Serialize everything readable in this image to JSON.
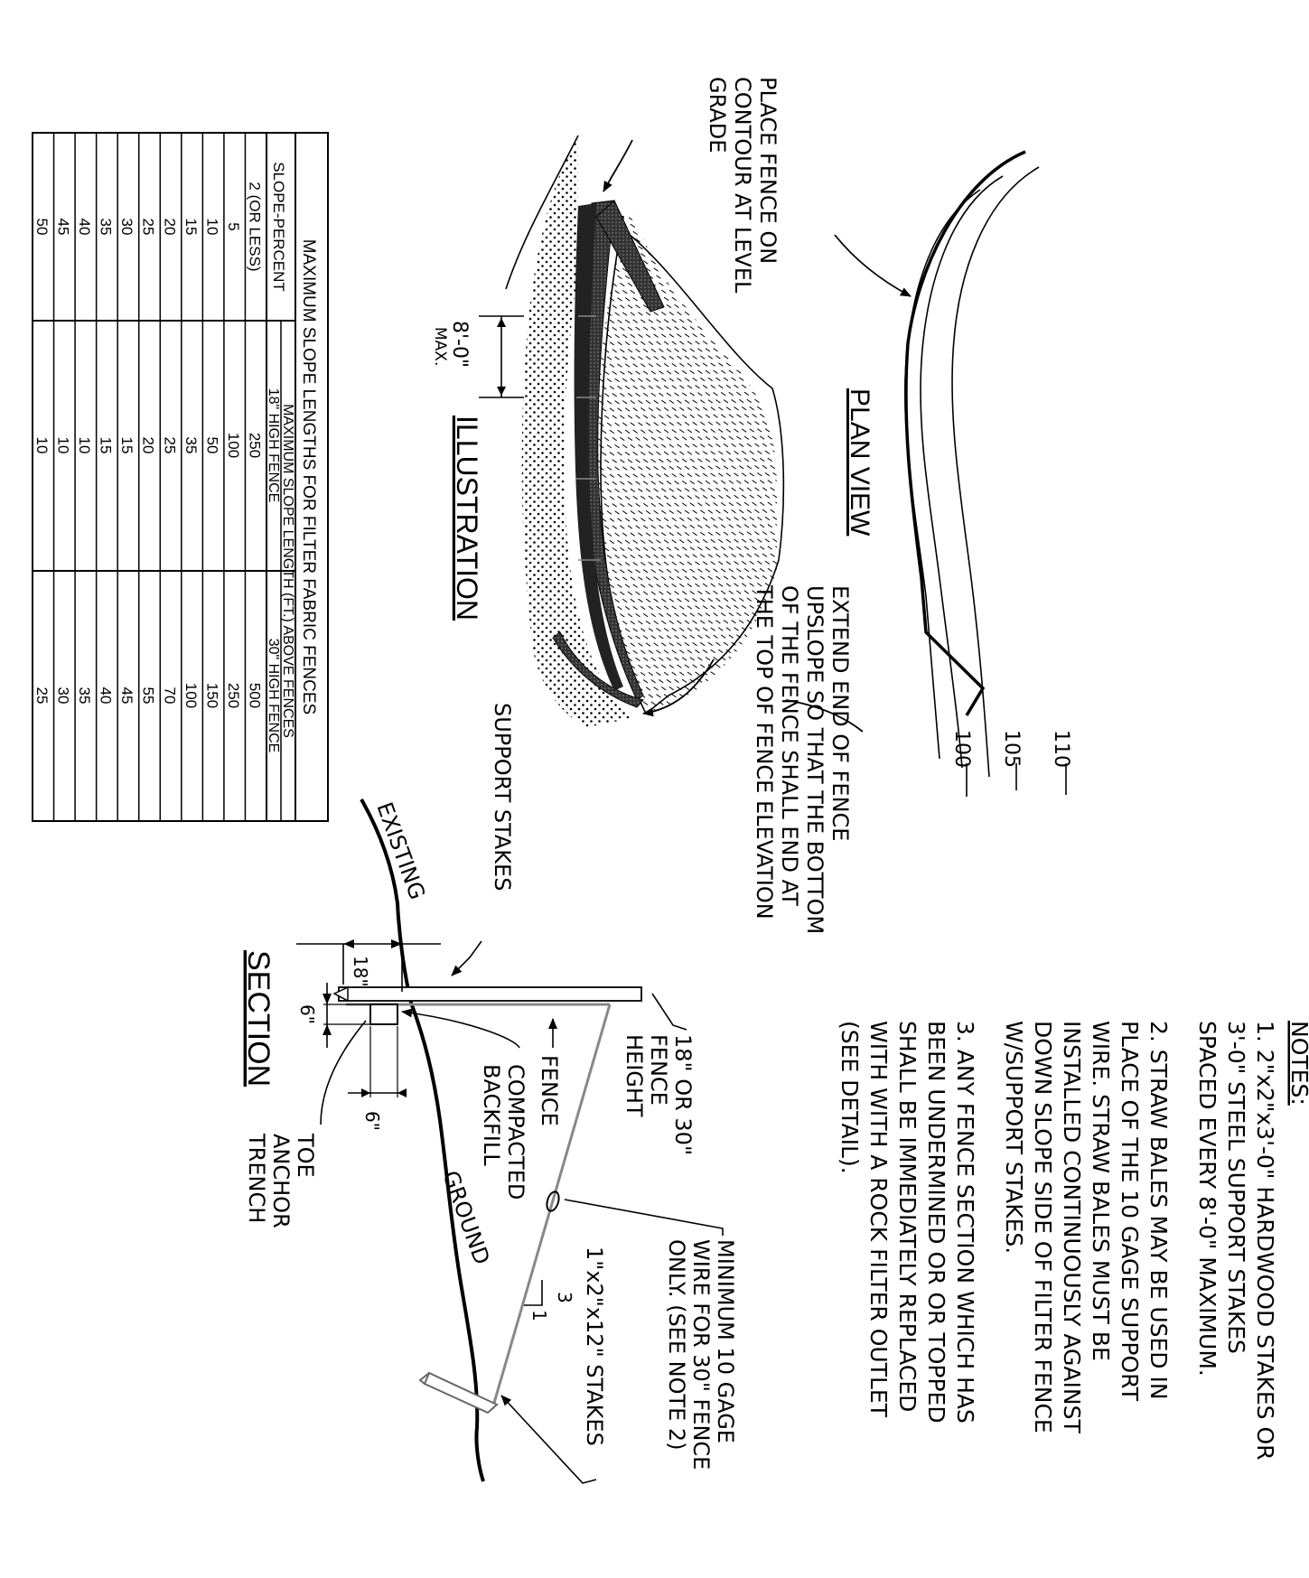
{
  "notes": {
    "heading": "NOTES:",
    "note1": [
      "1. 2\"x2\"x3'-0\" HARDWOOD STAKES OR",
      "3'-0\" STEEL  SUPPORT STAKES",
      "SPACED EVERY 8'-0\" MAXIMUM."
    ],
    "note2": [
      "2. STRAW BALES MAY BE USED IN",
      "PLACE OF THE 10  GAGE SUPPORT",
      "WIRE. STRAW BALES MUST BE",
      "INSTALLED CONTINUOUSLY AGAINST",
      "DOWN SLOPE SIDE  OF FILTER FENCE",
      "W/SUPPORT STAKES."
    ],
    "note3": [
      "3. ANY FENCE SECTION WHICH HAS",
      "BEEN UNDERMINED OR OR TOPPED",
      "SHALL BE IMMEDIATELY REPLACED",
      "WITH WITH A ROCK FILTER OUTLET",
      "(SEE DETAIL)."
    ]
  },
  "plan_view": {
    "title": "PLAN VIEW",
    "contours": [
      "110",
      "105",
      "100"
    ],
    "callout_place": [
      "PLACE FENCE ON",
      "CONTOUR AT LEVEL",
      "GRADE"
    ],
    "callout_extend": [
      "EXTEND END OF FENCE",
      "UPSLOPE SO THAT THE BOTTOM",
      "OF THE FENCE SHALL END AT",
      "THE TOP  OF FENCE ELEVATION"
    ]
  },
  "illustration": {
    "title": "ILLUSTRATION",
    "spacing_value": "8'-0\"",
    "spacing_note": "MAX."
  },
  "section": {
    "title": "SECTION",
    "labels": {
      "support_stakes": "SUPPORT STAKES",
      "existing": "EXISTING",
      "ground": "GROUND",
      "fence_height": [
        "18\" OR  30\"",
        "FENCE",
        "HEIGHT"
      ],
      "fence": "FENCE",
      "backfill": [
        "COMPACTED",
        "BACKFILL"
      ],
      "toe": [
        "TOE",
        "ANCHOR",
        "TRENCH"
      ],
      "wire": [
        "MINIMUM 10 GAGE",
        "WIRE FOR 30\" FENCE",
        "ONLY. (SEE NOTE 2)"
      ],
      "stakes": "1\"x2\"x12\" STAKES",
      "slope_rise": "3",
      "slope_run": "1"
    },
    "dimensions": {
      "d18": "18\"",
      "d6a": "6\"",
      "d6b": "6\""
    }
  },
  "table": {
    "title": "MAXIMUM SLOPE LENGTHS FOR FILTER FABRIC FENCES",
    "header_group": "MAXIMUM SLOPE LENGTH (FT.) ABOVE FENCES",
    "columns": [
      "SLOPE-PERCENT",
      "18\" HIGH FENCE",
      "30\" HIGH FENCE"
    ],
    "rows": [
      [
        "2 (OR LESS)",
        "250",
        "500"
      ],
      [
        "5",
        "100",
        "250"
      ],
      [
        "10",
        "50",
        "150"
      ],
      [
        "15",
        "35",
        "100"
      ],
      [
        "20",
        "25",
        "70"
      ],
      [
        "25",
        "20",
        "55"
      ],
      [
        "30",
        "15",
        "45"
      ],
      [
        "35",
        "15",
        "40"
      ],
      [
        "40",
        "10",
        "35"
      ],
      [
        "45",
        "10",
        "30"
      ],
      [
        "50",
        "10",
        "25"
      ]
    ]
  }
}
